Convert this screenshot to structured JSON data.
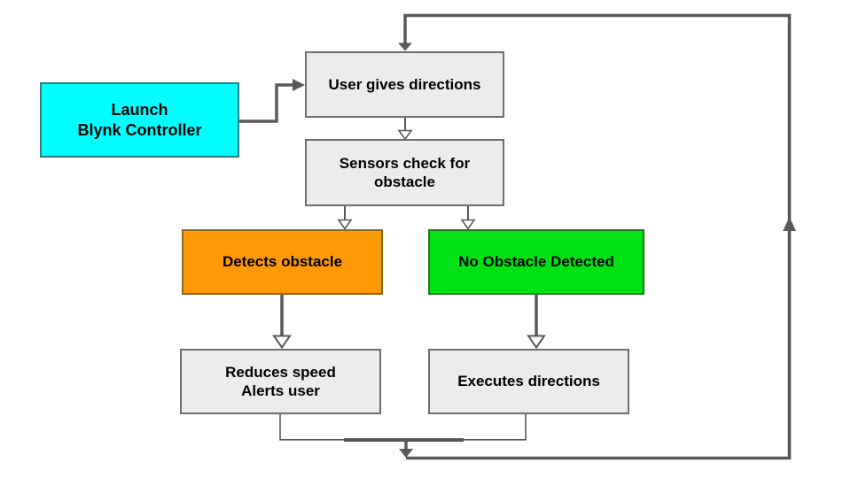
{
  "diagram": {
    "type": "flowchart",
    "description_topic": "Blynk controller obstacle-avoidance control loop"
  },
  "canvas": {
    "background": "#ffffff",
    "connector_color": "#595959",
    "hollow_arrow_fill": "#ffffff"
  },
  "nodes": {
    "launch": {
      "label": "Launch\nBlynk Controller",
      "fill": "#00ffff",
      "border": "#2d7d7d"
    },
    "user_gives": {
      "label": "User gives directions",
      "fill": "#ececec",
      "border": "#6e6e6e"
    },
    "sensors": {
      "label": "Sensors check for\nobstacle",
      "fill": "#ececec",
      "border": "#6e6e6e"
    },
    "detects": {
      "label": "Detects obstacle",
      "fill": "#ff9908",
      "border": "#8a6a15"
    },
    "no_obstacle": {
      "label": "No Obstacle Detected",
      "fill": "#00e214",
      "border": "#1f7a1f"
    },
    "reduces": {
      "label": "Reduces speed\nAlerts user",
      "fill": "#ececec",
      "border": "#6e6e6e"
    },
    "executes": {
      "label": "Executes directions",
      "fill": "#ececec",
      "border": "#6e6e6e"
    }
  },
  "edges": [
    {
      "from": "launch",
      "to": "user_gives",
      "arrow": "solid"
    },
    {
      "from": "user_gives",
      "to": "sensors",
      "arrow": "hollow"
    },
    {
      "from": "sensors",
      "to": "detects",
      "arrow": "hollow"
    },
    {
      "from": "sensors",
      "to": "no_obstacle",
      "arrow": "hollow"
    },
    {
      "from": "detects",
      "to": "reduces",
      "arrow": "hollow"
    },
    {
      "from": "no_obstacle",
      "to": "executes",
      "arrow": "hollow"
    },
    {
      "from": "reduces",
      "to": "feedback_loop",
      "arrow": "none"
    },
    {
      "from": "executes",
      "to": "feedback_loop",
      "arrow": "none"
    },
    {
      "from": "feedback_loop",
      "to": "user_gives",
      "arrow": "solid"
    }
  ]
}
